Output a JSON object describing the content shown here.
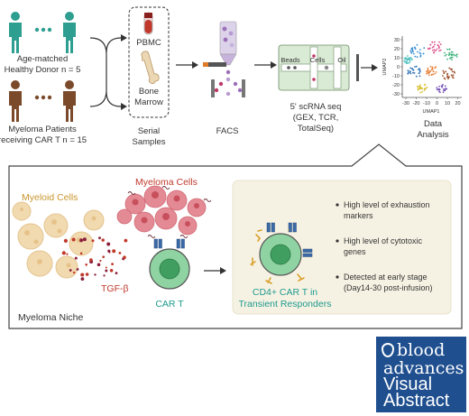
{
  "top": {
    "healthy_donor": {
      "line1": "Age-matched",
      "line2": "Healthy Donor n = 5"
    },
    "patients": {
      "line1": "Myeloma Patients",
      "line2": "receiving CAR T n = 15"
    },
    "serial_samples": {
      "line1": "Serial",
      "line2": "Samples"
    },
    "pbmc": "PBMC",
    "bone_marrow": {
      "line1": "Bone",
      "line2": "Marrow"
    },
    "facs": "FACS",
    "chip": {
      "beads": "Beads",
      "cells": "Cells",
      "oil": "Oil"
    },
    "scrna": {
      "line1": "5' scRNA seq",
      "line2": "(GEX, TCR,",
      "line3": "TotalSeq)"
    },
    "umap": {
      "xlabel": "UMAP1",
      "ylabel": "UMAP2",
      "yticks": [
        "30",
        "20",
        "10",
        "0",
        "-10",
        "-20",
        "-30"
      ],
      "xticks": [
        "-30",
        "-20",
        "-10",
        "0",
        "10",
        "20"
      ]
    },
    "analysis": {
      "line1": "Data",
      "line2": "Analysis"
    }
  },
  "niche": {
    "myeloid": "Myeloid Cells",
    "myeloma": "Myeloma Cells",
    "tgf": "TGF-β",
    "car_t": "CAR T",
    "label": "Myeloma Niche",
    "cd4": {
      "line1": "CD4+ CAR T in",
      "line2": "Transient Responders"
    },
    "findings": [
      {
        "line1": "High level of exhaustion",
        "line2": "markers"
      },
      {
        "line1": "High level of cytotoxic",
        "line2": "genes"
      },
      {
        "line1": "Detected at early stage",
        "line2": "(Day14-30 post-infusion)"
      }
    ]
  },
  "badge": {
    "line1": "blood",
    "line2": "advances",
    "line3": "Visual",
    "line4": "Abstract"
  },
  "colors": {
    "teal": "#1e9a8e",
    "brown": "#7a4a2a",
    "pink": "#c0396b",
    "beige": "#f6f2e3",
    "navy": "#1f4f8f"
  }
}
